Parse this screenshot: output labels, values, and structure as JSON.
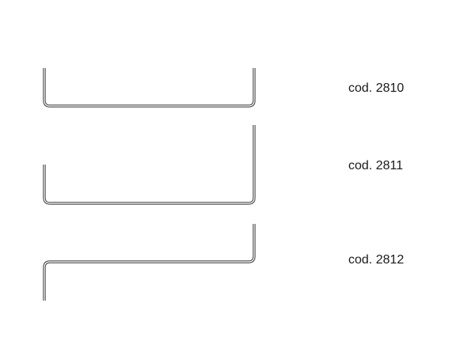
{
  "colors": {
    "rod": "#4a4a4a",
    "label": "#1a1a1a",
    "background": "#ffffff"
  },
  "parts": [
    {
      "code_label": "cod. 2810",
      "profile": "u-equal-legs"
    },
    {
      "code_label": "cod. 2811",
      "profile": "u-right-leg-longer"
    },
    {
      "code_label": "cod. 2812",
      "profile": "z-offset-legs"
    }
  ]
}
